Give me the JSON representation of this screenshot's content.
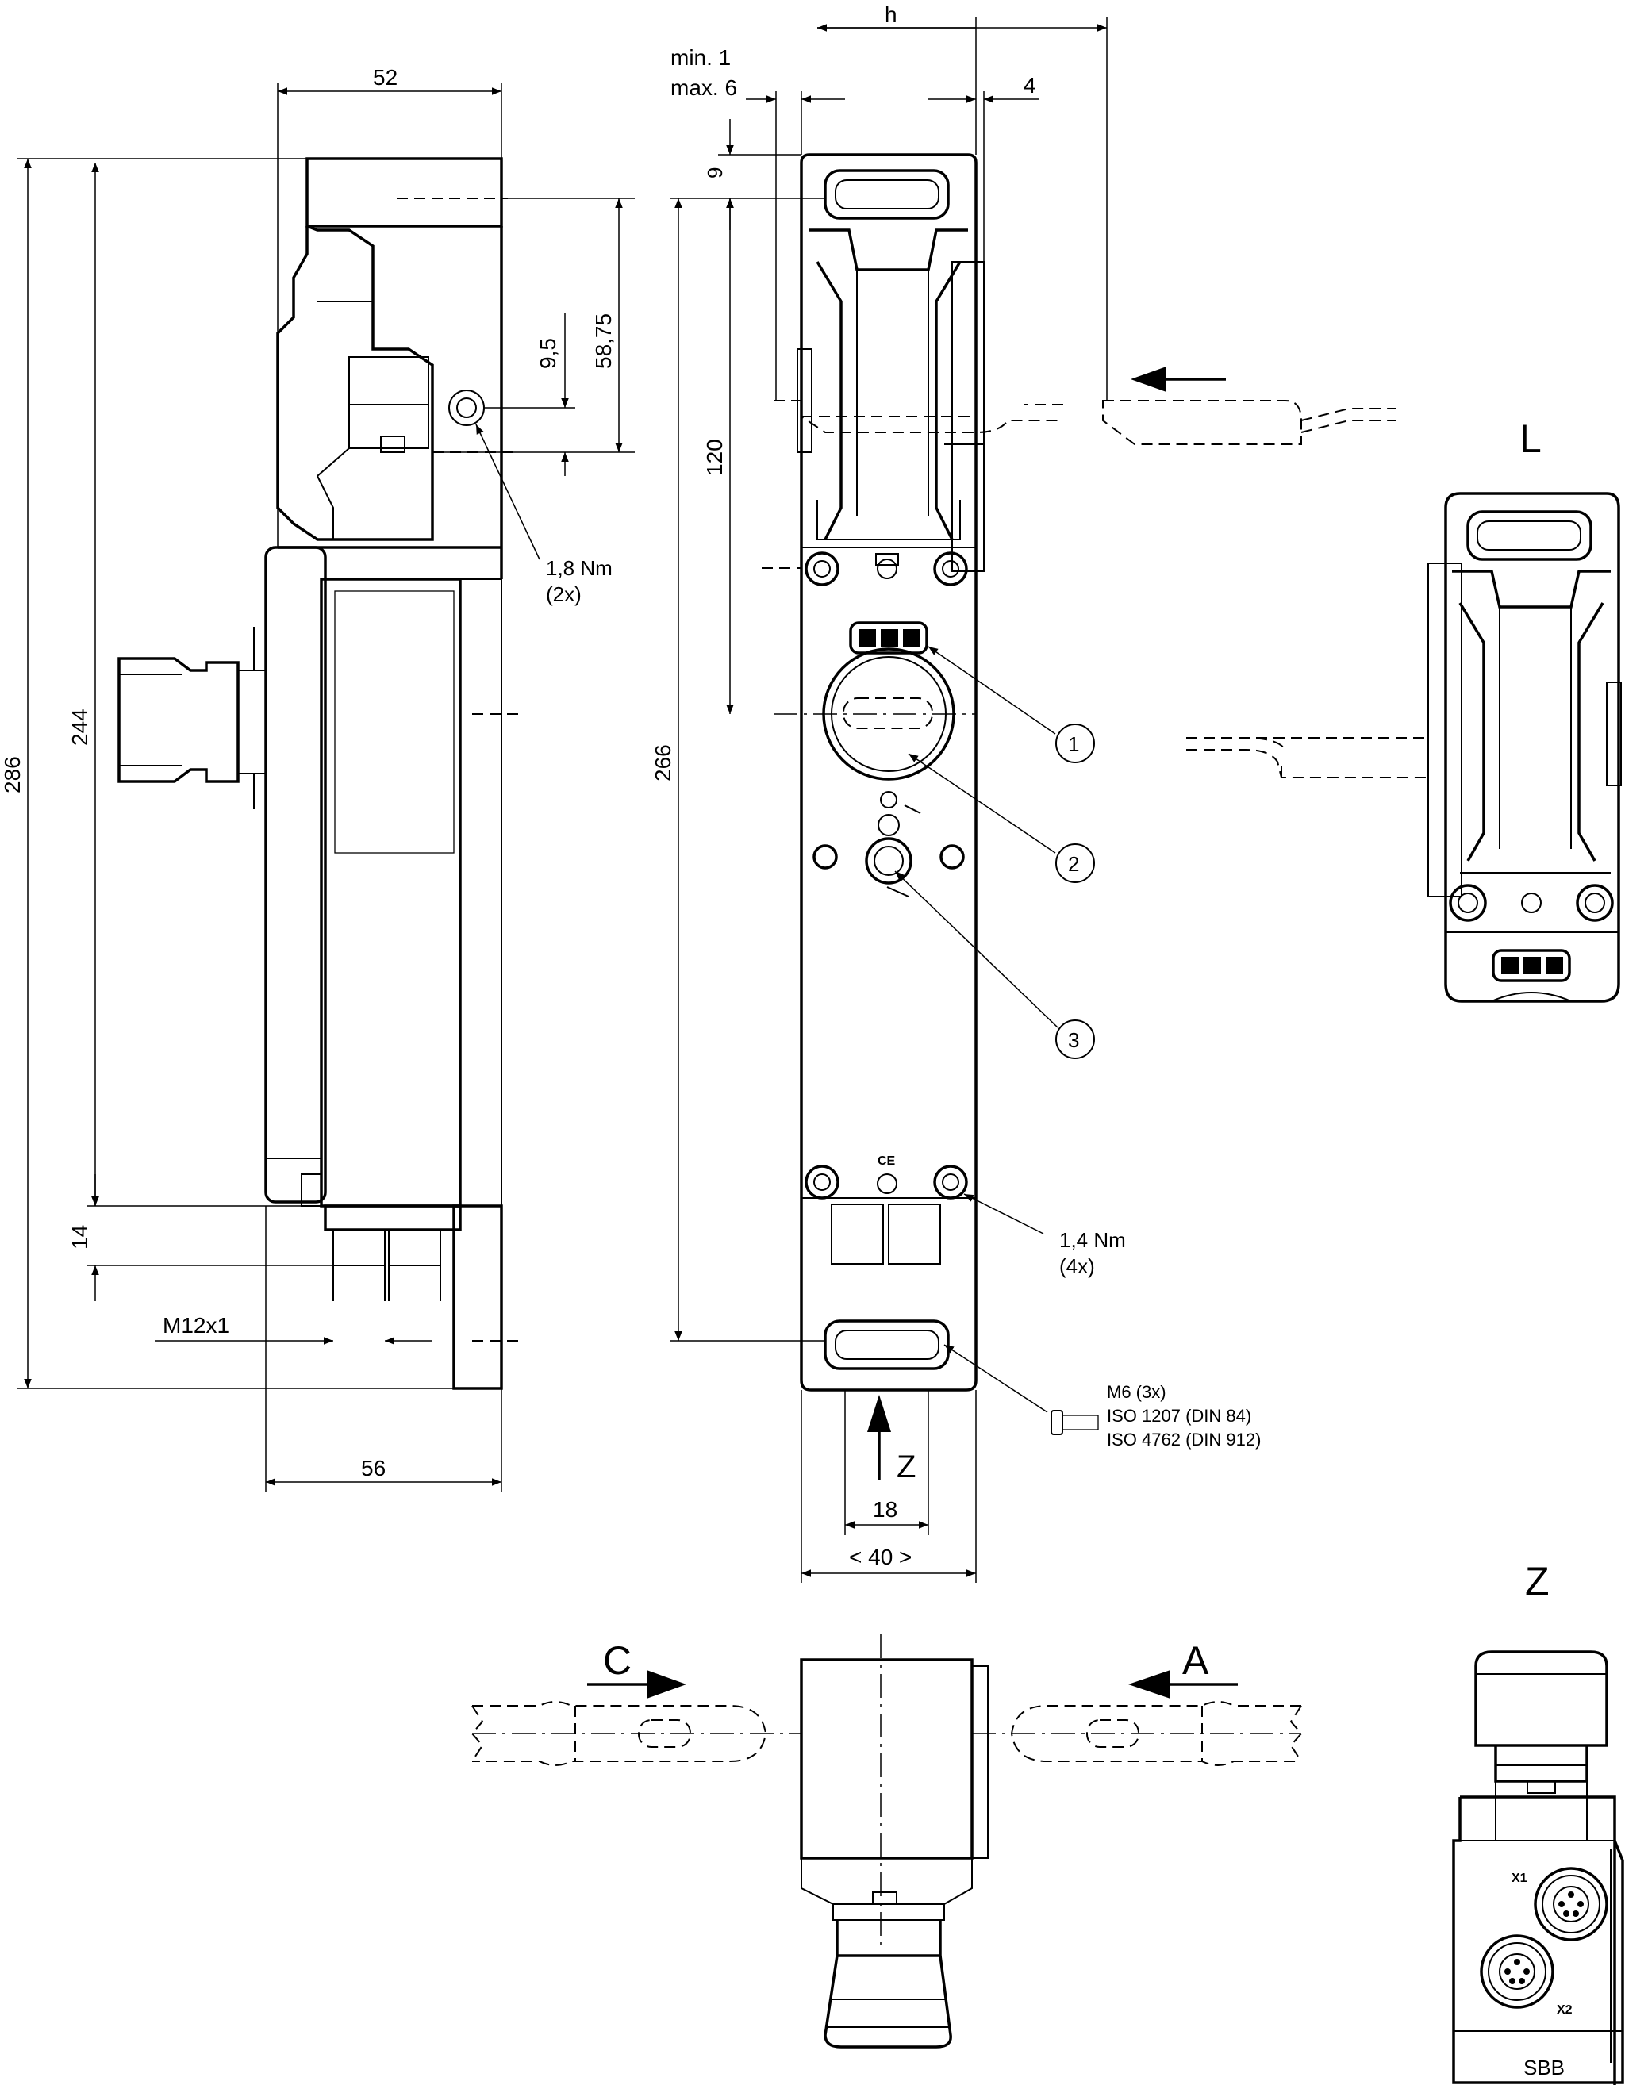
{
  "dimensions": {
    "width_top": "52",
    "height_total": "286",
    "height_body": "244",
    "height_conn": "14",
    "dim_58_75": "58,75",
    "dim_9_5": "9,5",
    "thread": "M12x1",
    "width_bottom": "56",
    "h": "h",
    "min": "min. 1",
    "max": "max. 6",
    "dim_4": "4",
    "dim_9": "9",
    "dim_120": "120",
    "dim_266": "266",
    "dim_18": "18",
    "dim_40": "< 40 >"
  },
  "annotations": {
    "torque1_value": "1,8 Nm",
    "torque1_count": "(2x)",
    "torque2_value": "1,4 Nm",
    "torque2_count": "(4x)",
    "screw_m6": "M6 (3x)",
    "screw_iso1207": "ISO 1207 (DIN 84)",
    "screw_iso4762": "ISO 4762 (DIN 912)"
  },
  "callouts": [
    "1",
    "2",
    "3"
  ],
  "view_labels": {
    "left": "L",
    "z_arrow": "Z",
    "z_view": "Z",
    "approach_c": "C",
    "approach_a": "A",
    "sbb": "SBB"
  },
  "connectors": {
    "x1": "X1",
    "x2": "X2"
  }
}
